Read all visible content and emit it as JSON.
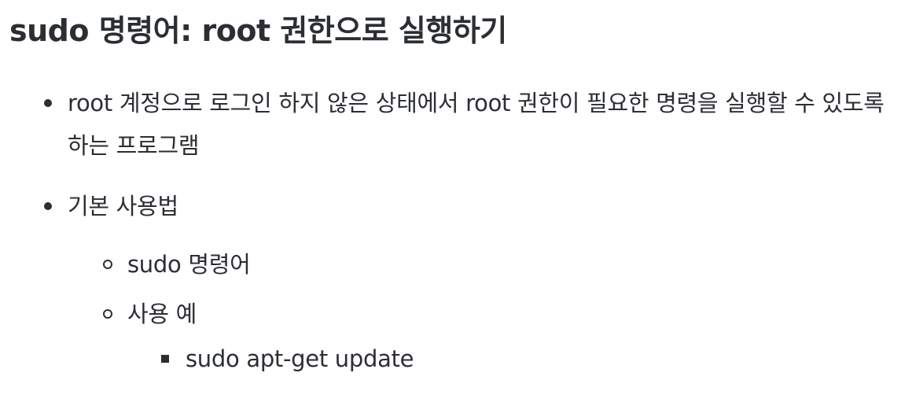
{
  "document": {
    "title": "sudo 명령어: root 권한으로 실행하기",
    "items": [
      {
        "text": "root 계정으로 로그인 하지 않은 상태에서 root 권한이 필요한 명령을 실행할 수 있도록 하는 프로그램"
      },
      {
        "text": "기본 사용법",
        "children": [
          {
            "text": "sudo 명령어"
          },
          {
            "text": "사용 예",
            "children": [
              {
                "text": "sudo apt-get update"
              }
            ]
          }
        ]
      }
    ]
  }
}
